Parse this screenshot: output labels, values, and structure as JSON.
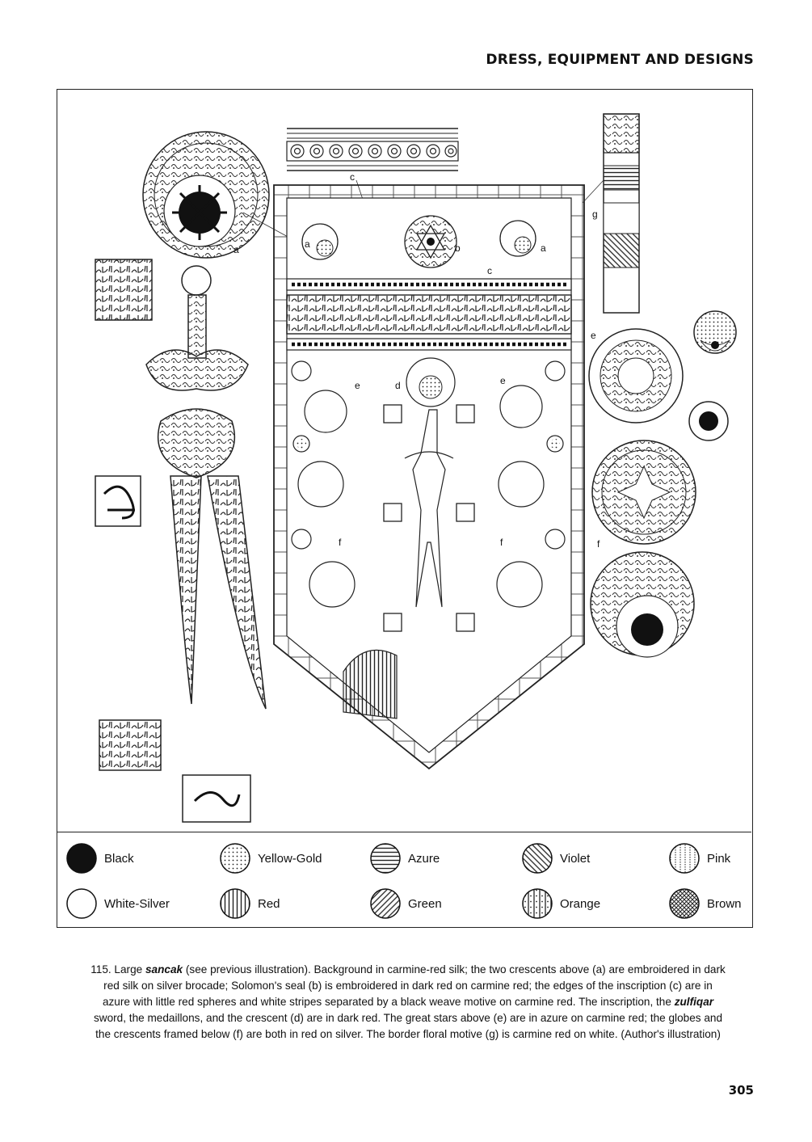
{
  "header": {
    "running_head": "DRESS, EQUIPMENT AND DESIGNS"
  },
  "figure": {
    "callouts": [
      "a",
      "b",
      "c",
      "d",
      "e",
      "f",
      "g"
    ],
    "legend": [
      {
        "label": "Black",
        "pattern": "solid-black"
      },
      {
        "label": "Yellow-Gold",
        "pattern": "dots"
      },
      {
        "label": "Azure",
        "pattern": "horizontal-lines"
      },
      {
        "label": "Violet",
        "pattern": "diagonal-lines-right"
      },
      {
        "label": "Pink",
        "pattern": "dotted-vertical"
      },
      {
        "label": "White-Silver",
        "pattern": "empty"
      },
      {
        "label": "Red",
        "pattern": "vertical-lines"
      },
      {
        "label": "Green",
        "pattern": "diagonal-lines-left"
      },
      {
        "label": "Orange",
        "pattern": "vertical-lines-dots"
      },
      {
        "label": "Brown",
        "pattern": "crosshatch"
      }
    ]
  },
  "caption": {
    "number": "115. Large ",
    "term1": "sancak",
    "part1": " (see previous illustration). Background in carmine-red silk; the two crescents above (a) are embroidered in dark red silk on silver brocade; Solomon's seal (b) is embroidered in dark red on carmine red; the edges of the inscription (c) are in azure with little red spheres and white stripes separated by a black weave motive on carmine red. The inscription, the ",
    "term2": "zulfiqar",
    "part2": " sword, the medaillons, and the crescent (d) are in dark red. The great stars above (e) are in azure on carmine red; the globes and the crescents framed below (f) are both in red on silver. The border floral motive (g) is carmine red on white. (Author's illustration)"
  },
  "footer": {
    "page_number": "305"
  }
}
